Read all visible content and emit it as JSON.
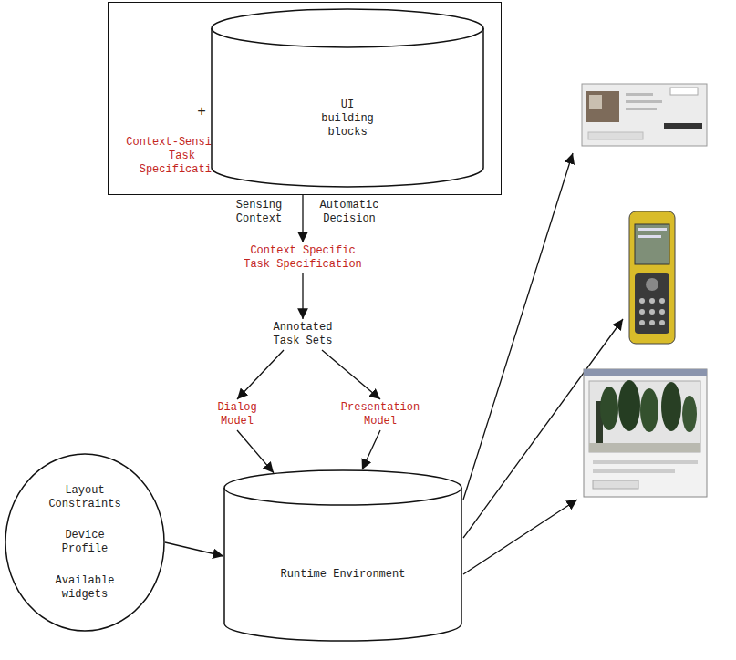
{
  "diagram": {
    "nodes": [
      {
        "text": [
          "Context-Sensitive Task Specification"
        ]
      },
      {
        "text": [
          "UI building blocks"
        ],
        "in": 0
      },
      {
        "text": [
          "Context Specific Task Specification"
        ]
      },
      {
        "text": [
          "Annotated Task Sets"
        ]
      },
      {
        "text": [
          "Dialog Model"
        ]
      },
      {
        "text": [
          "Presentation Model"
        ]
      },
      {
        "text": [
          "Layout Constraints",
          "Device Profile",
          "Available widgets"
        ]
      },
      {
        "text": [
          "Runtime Environment"
        ]
      }
    ],
    "edges": [
      {
        "from": 0,
        "to": 2,
        "arrow": "to"
      },
      {
        "from": 2,
        "to": 3,
        "arrow": "to"
      },
      {
        "from": 3,
        "to": 4,
        "arrow": "to"
      },
      {
        "from": 3,
        "to": 5,
        "arrow": "to"
      },
      {
        "from": 4,
        "to": 7,
        "arrow": "to"
      },
      {
        "from": 5,
        "to": 7,
        "arrow": "to"
      },
      {
        "from": 6,
        "to": 7,
        "arrow": "to"
      }
    ],
    "labels": [
      "+",
      "Sensing Context",
      "Automatic Decision"
    ]
  }
}
